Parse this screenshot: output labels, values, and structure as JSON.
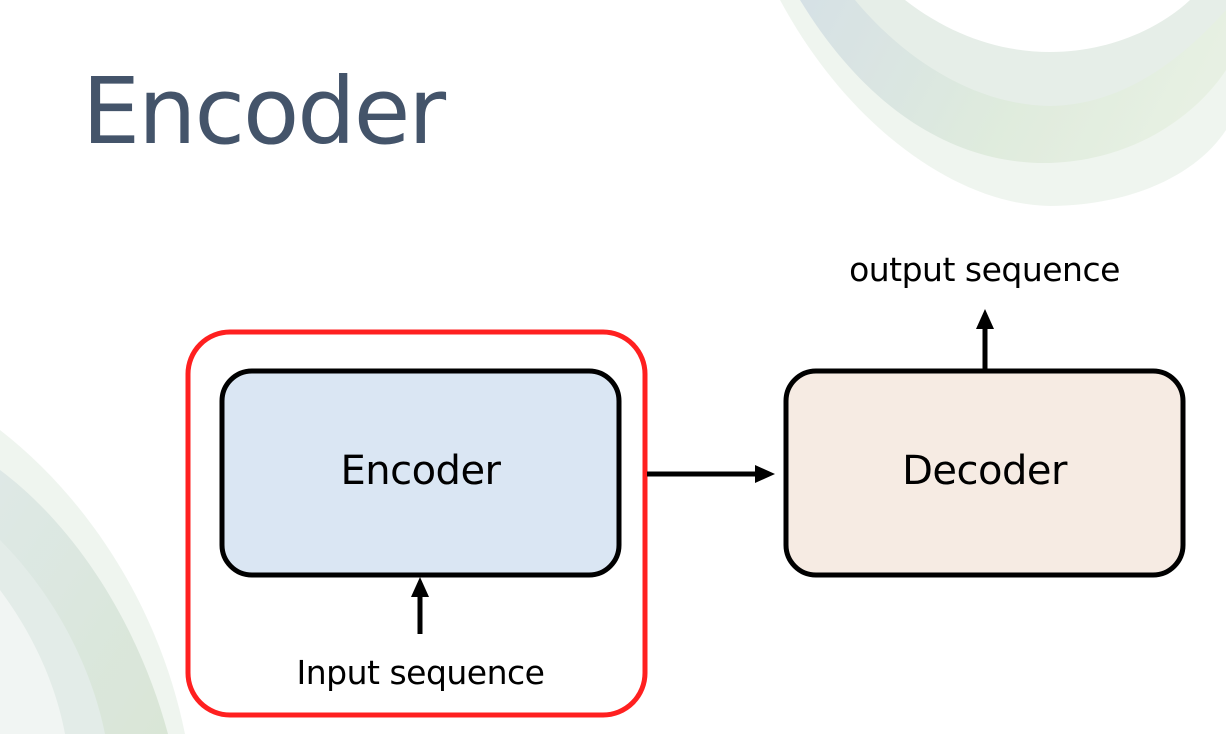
{
  "slide": {
    "title": "Encoder"
  },
  "diagram": {
    "encoder": {
      "label": "Encoder",
      "fill": "#dae6f3"
    },
    "decoder": {
      "label": "Decoder",
      "fill": "#f6ebe3"
    },
    "input_label": "Input sequence",
    "output_label": "output sequence",
    "highlight_color": "#ff2020",
    "title_color": "#44546a"
  }
}
